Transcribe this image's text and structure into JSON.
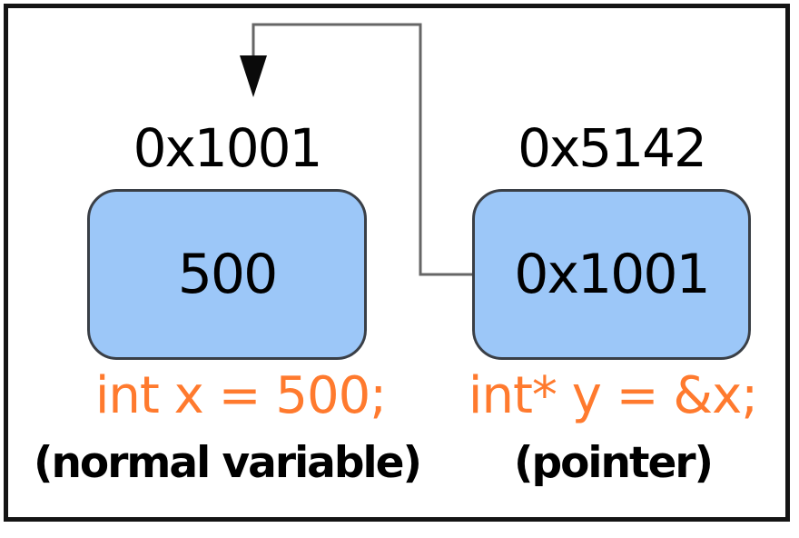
{
  "cells": [
    {
      "address": "0x1001",
      "value": "500",
      "code": "int x = 500;",
      "caption": "(normal variable)"
    },
    {
      "address": "0x5142",
      "value": "0x1001",
      "code": "int* y = &x;",
      "caption": "(pointer)"
    }
  ],
  "colors": {
    "box_fill": "#9cc7f8",
    "box_border": "#3a3f46",
    "code_text": "#ff7a2e",
    "label_text": "#000000",
    "connector_line": "#666666",
    "arrowhead": "#0a0a0a",
    "frame_border": "#141414"
  }
}
